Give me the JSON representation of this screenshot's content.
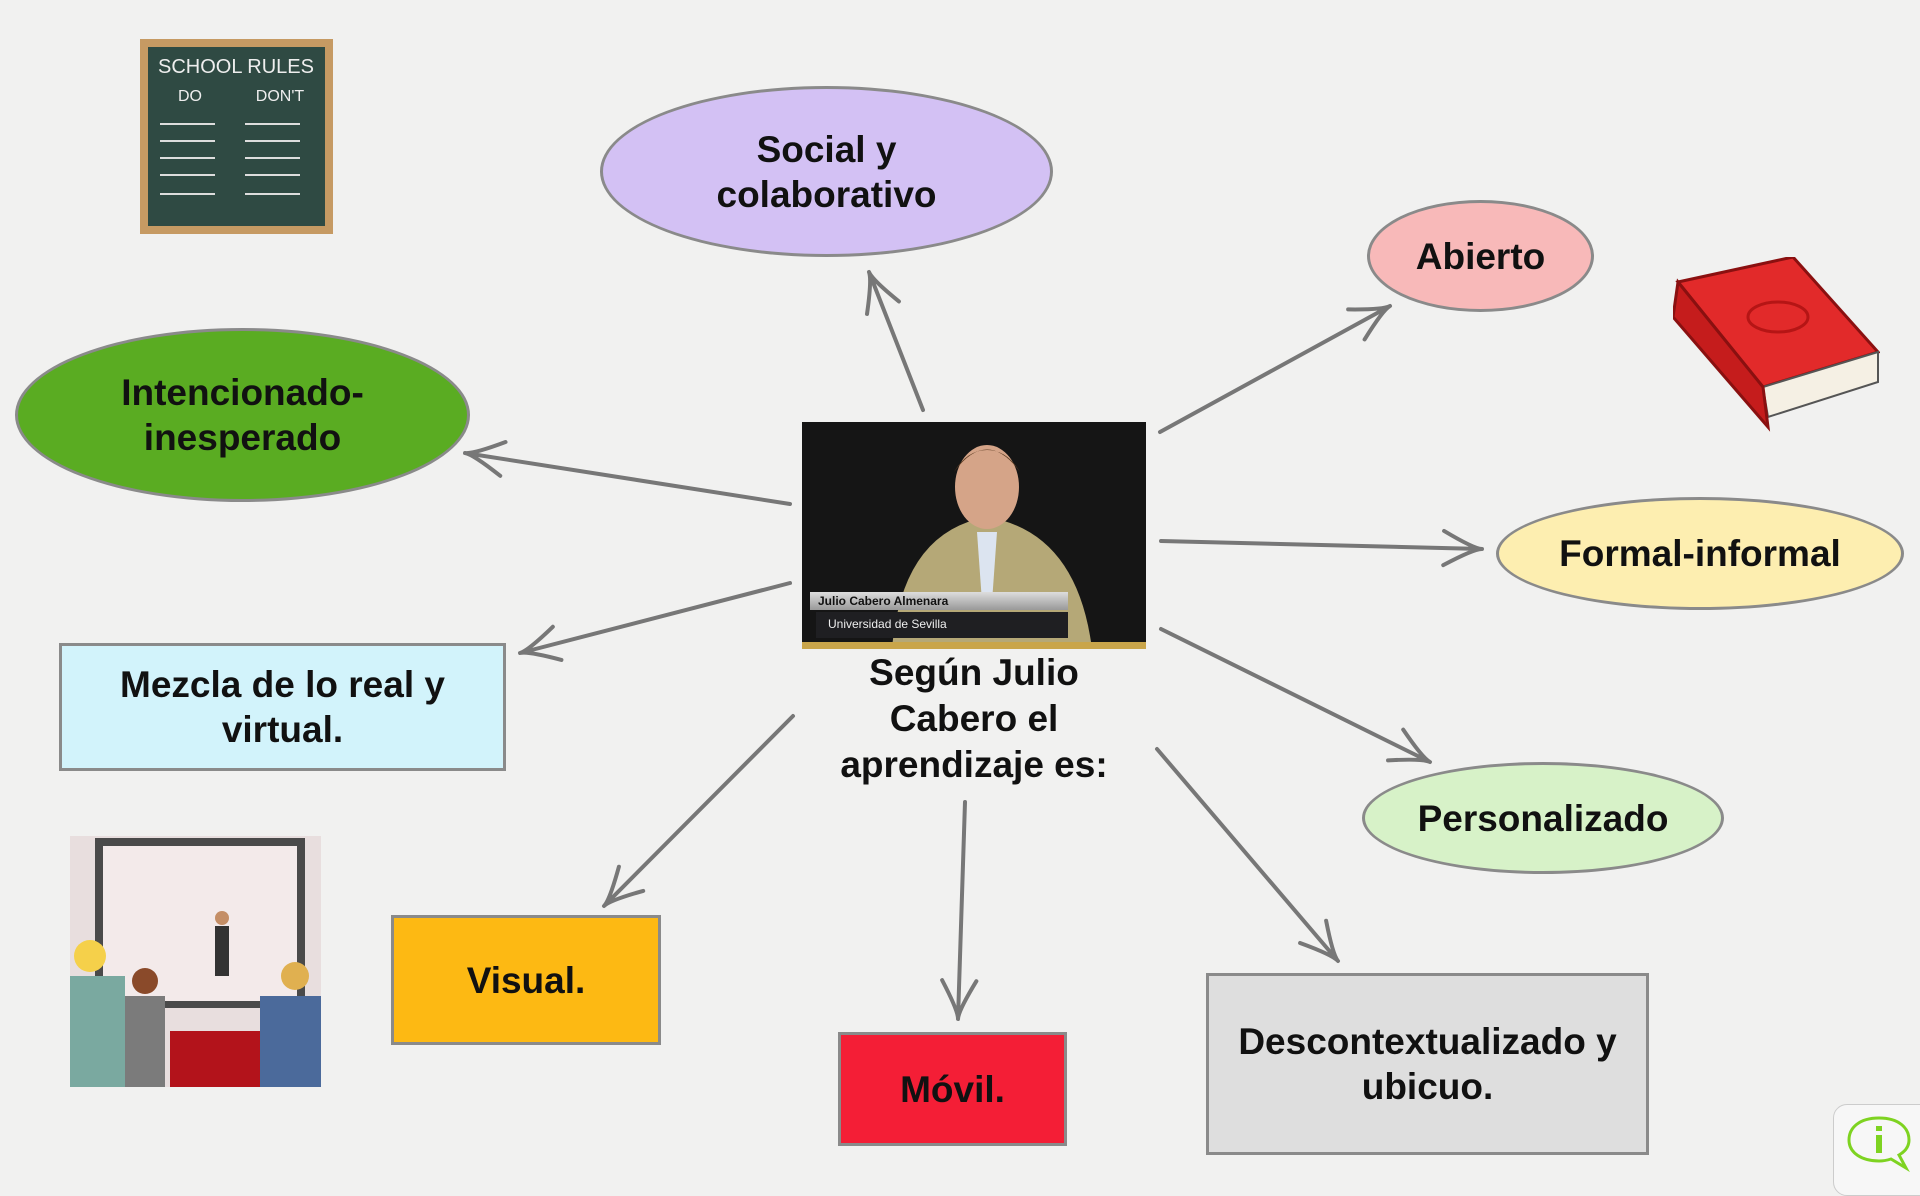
{
  "center": {
    "title": "Según Julio Cabero el aprendizaje es:",
    "video_name": "Julio Cabero Almenara",
    "video_affiliation": "Universidad de Sevilla"
  },
  "nodes": {
    "social": {
      "label": "Social y colaborativo",
      "color": "#d3c1f4"
    },
    "abierto": {
      "label": "Abierto",
      "color": "#f8b9b9"
    },
    "intencionado": {
      "label": "Intencionado-inesperado",
      "color": "#5aac22"
    },
    "formal": {
      "label": "Formal-informal",
      "color": "#fdeeb0"
    },
    "personalizado": {
      "label": "Personalizado",
      "color": "#d7f2c8"
    },
    "mezcla": {
      "label": "Mezcla de lo real y virtual.",
      "color": "#d2f3fb"
    },
    "visual": {
      "label": "Visual.",
      "color": "#fdb913"
    },
    "movil": {
      "label": "Móvil.",
      "color": "#f41e36"
    },
    "descontextualizado": {
      "label": "Descontextualizado y ubicuo.",
      "color": "#dedede"
    }
  },
  "images": {
    "chalkboard": "SCHOOL RULES",
    "chalk_do": "DO",
    "chalk_dont": "DON'T"
  }
}
